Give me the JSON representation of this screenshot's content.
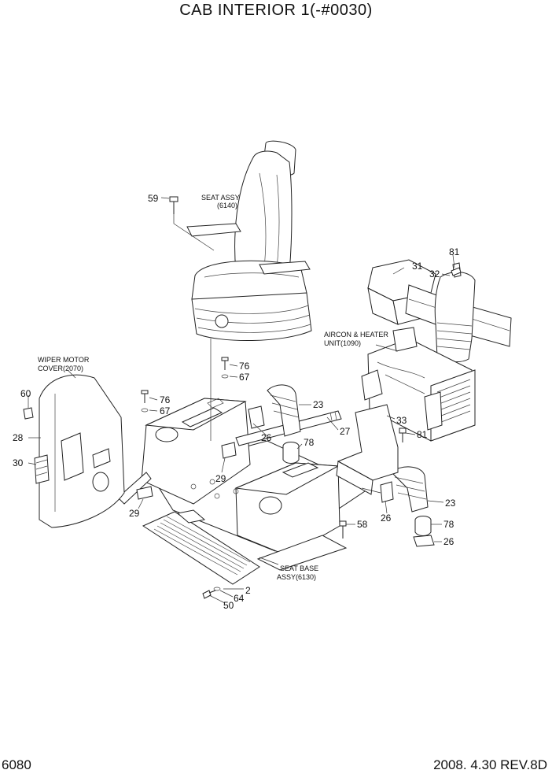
{
  "title": "CAB INTERIOR 1(-#0030)",
  "page_number": "6080",
  "revision": "2008. 4.30  REV.8D",
  "assembly_labels": {
    "seat_assy": [
      "SEAT ASSY",
      "(6140)"
    ],
    "aircon": [
      "AIRCON & HEATER",
      "UNIT(1090)"
    ],
    "wiper": [
      "WIPER MOTOR",
      "COVER(2070)"
    ],
    "seat_base": [
      "SEAT BASE",
      "ASSY(6130)"
    ]
  },
  "callouts": {
    "c59": "59",
    "c31": "31",
    "c81a": "81",
    "c32": "32",
    "c76a": "76",
    "c67a": "67",
    "c76b": "76",
    "c67b": "67",
    "c60": "60",
    "c28": "28",
    "c30": "30",
    "c23a": "23",
    "c26a": "26",
    "c27": "27",
    "c33": "33",
    "c81b": "81",
    "c78a": "78",
    "c29a": "29",
    "c29b": "29",
    "c23b": "23",
    "c26b": "26",
    "c78b": "78",
    "c26c": "26",
    "c58": "58",
    "c2": "2",
    "c64": "64",
    "c50": "50"
  }
}
